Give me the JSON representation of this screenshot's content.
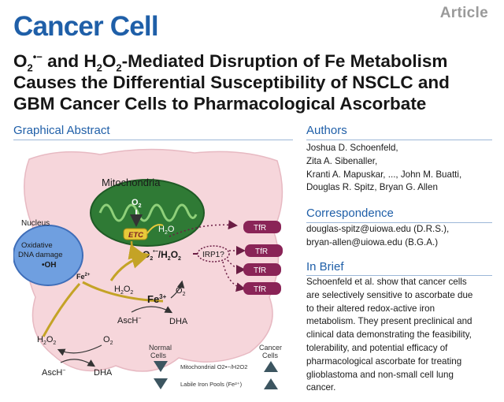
{
  "header": {
    "article_label": "Article",
    "journal": "Cancer Cell"
  },
  "title": {
    "line1_a": "O",
    "line1_sub1": "2",
    "line1_sup1": "•−",
    "line1_b": " and H",
    "line1_sub2": "2",
    "line1_c": "O",
    "line1_sub3": "2",
    "line1_d": "-Mediated Disruption of Fe Metabolism",
    "line2": "Causes the Differential Susceptibility of NSCLC and",
    "line3": "GBM Cancer Cells to Pharmacological Ascorbate"
  },
  "graphical_abstract": {
    "heading": "Graphical Abstract",
    "mitochondria": "Mitochondria",
    "nucleus": "Nucleus",
    "o2_top": "O",
    "o2_top_sub": "2",
    "etc": "ETC",
    "h2o": "H",
    "h2o_sub": "2",
    "h2o_end": "O",
    "radicals": "O",
    "radicals_sub": "2",
    "radicals_sup": "•−",
    "radicals_mid": "/H",
    "radicals_sub2": "2",
    "radicals_end": "O",
    "radicals_sub3": "2",
    "irp": "IRP1?",
    "tfr": [
      "TfR",
      "TfR",
      "TfR",
      "TfR"
    ],
    "oxidative_line1": "Oxidative",
    "oxidative_line2": "DNA damage",
    "oh": "•OH",
    "fe2": "Fe",
    "fe2_sup": "2+",
    "fe3": "Fe",
    "fe3_sup": "3+",
    "h2o2_mid": "H",
    "h2o2_mid_sub": "2",
    "h2o2_mid_end": "O",
    "h2o2_mid_sub2": "2",
    "o2_mid": "O",
    "o2_mid_sub": "2",
    "asch_mid": "AscH",
    "asch_mid_sup": "−",
    "dha_mid": "DHA",
    "h2o2_low": "H",
    "h2o2_low_sub": "2",
    "h2o2_low_end": "O",
    "h2o2_low_sub2": "2",
    "o2_low": "O",
    "o2_low_sub": "2",
    "asch_low": "AscH",
    "asch_low_sup": "−",
    "dha_low": "DHA",
    "normal_line1": "Normal",
    "normal_line2": "Cells",
    "cancer_line1": "Cancer",
    "cancer_line2": "Cells",
    "compare1": "Mitochondrial O2•−/H2O2",
    "compare2": "Labile Iron Pools (Fe²⁺)"
  },
  "authors": {
    "heading": "Authors",
    "lines": [
      "Joshua D. Schoenfeld,",
      "Zita A. Sibenaller,",
      "Kranti A. Mapuskar, ..., John M. Buatti,",
      "Douglas R. Spitz, Bryan G. Allen"
    ]
  },
  "correspondence": {
    "heading": "Correspondence",
    "lines": [
      "douglas-spitz@uiowa.edu (D.R.S.),",
      "bryan-allen@uiowa.edu (B.G.A.)"
    ]
  },
  "in_brief": {
    "heading": "In Brief",
    "lines": [
      "Schoenfeld et al. show that cancer cells",
      "are selectively sensitive to ascorbate due",
      "to their altered redox-active iron",
      "metabolism. They present preclinical and",
      "clinical data demonstrating the feasibility,",
      "tolerability, and potential efficacy of",
      "pharmacological ascorbate for treating",
      "glioblastoma and non-small cell lung",
      "cancer."
    ]
  },
  "colors": {
    "journal_blue": "#1f5fa8",
    "cell_pink": "#f6d6db",
    "mito_green": "#2f7a35",
    "tfr_purple": "#8a2457",
    "arrow_gold": "#c4a326",
    "nucleus_blue": "#6f9fe0"
  }
}
